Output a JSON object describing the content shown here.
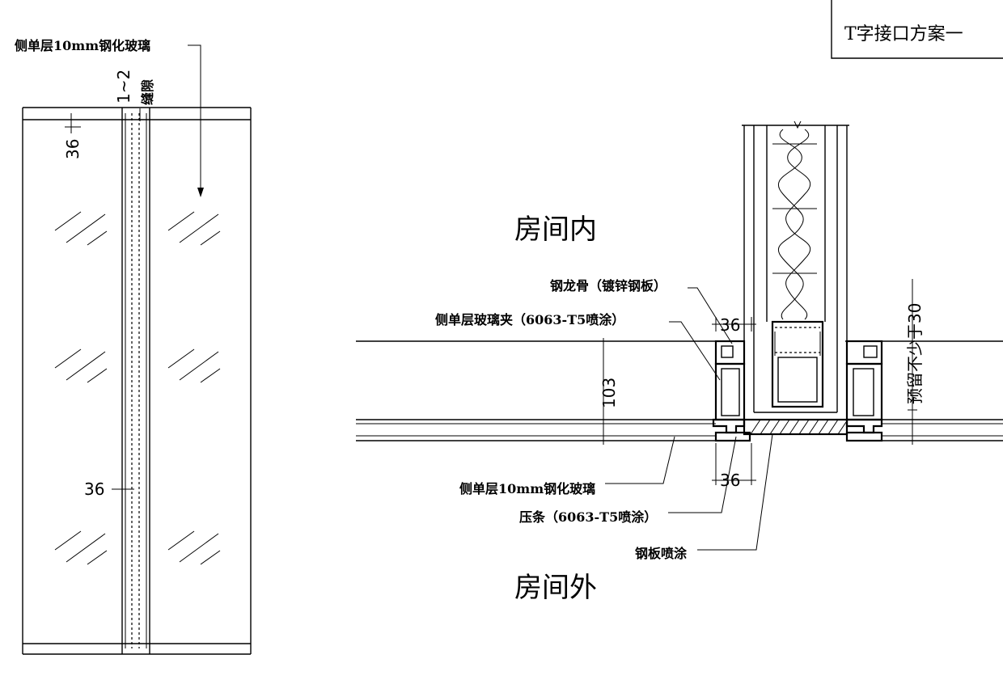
{
  "title_box": {
    "label": "T字接口方案一"
  },
  "elevation": {
    "glass_label": "侧单层10mm钢化玻璃",
    "gap_value": "1~2",
    "gap_label": "缝隙",
    "dim_top": "36",
    "dim_mid": "36"
  },
  "section": {
    "room_inside": "房间内",
    "room_outside": "房间外",
    "steel_keel": "钢龙骨（镀锌钢板）",
    "glass_clip": "侧单层玻璃夹（6063-T5喷涂）",
    "glass": "侧单层10mm钢化玻璃",
    "pressure_strip": "压条（6063-T5喷涂）",
    "steel_plate": "钢板喷涂",
    "dim_103": "103",
    "dim_36_top": "36",
    "dim_36_bottom": "36",
    "reserve_note": "预留不少于30"
  }
}
